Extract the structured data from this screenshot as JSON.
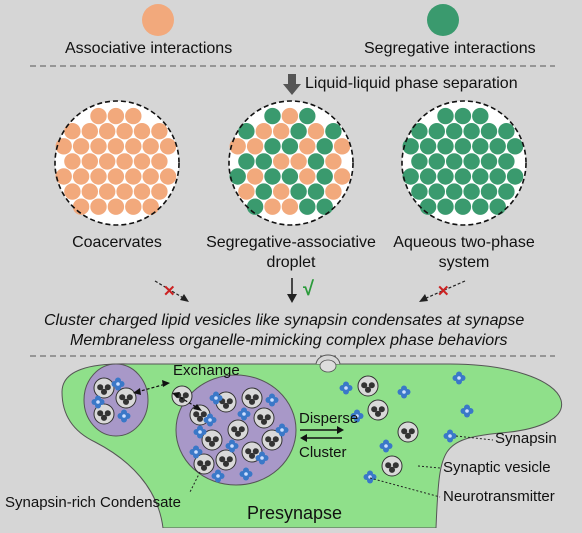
{
  "legend": {
    "associative_label": "Associative interactions",
    "segregative_label": "Segregative interactions"
  },
  "process_label": "Liquid-liquid phase separation",
  "droplets": {
    "coacervates": "Coacervates",
    "hybrid_line1": "Segregative-associative",
    "hybrid_line2": "droplet",
    "atps_line1": "Aqueous two-phase",
    "atps_line2": "system"
  },
  "marks": {
    "cross": "✕",
    "check": "√"
  },
  "statements": {
    "line1": "Cluster charged lipid vesicles like synapsin condensates at synapse",
    "line2": "Membraneless organelle-mimicking complex phase behaviors"
  },
  "presynapse": {
    "exchange": "Exchange",
    "disperse": "Disperse",
    "cluster": "Cluster",
    "synapsin": "Synapsin",
    "synaptic_vesicle": "Synaptic vesicle",
    "neurotransmitter": "Neurotransmitter",
    "condensate": "Synapsin-rich Condensate",
    "title": "Presynapse"
  },
  "colors": {
    "associative": "#f2a97c",
    "segregative": "#3a9a6e",
    "background": "#d6d6d6",
    "cell": "#8fe08a",
    "condensate": "#a898c8",
    "synapsin": "#3a78c8",
    "cross": "#cc2222",
    "check": "#2a9a3a"
  }
}
